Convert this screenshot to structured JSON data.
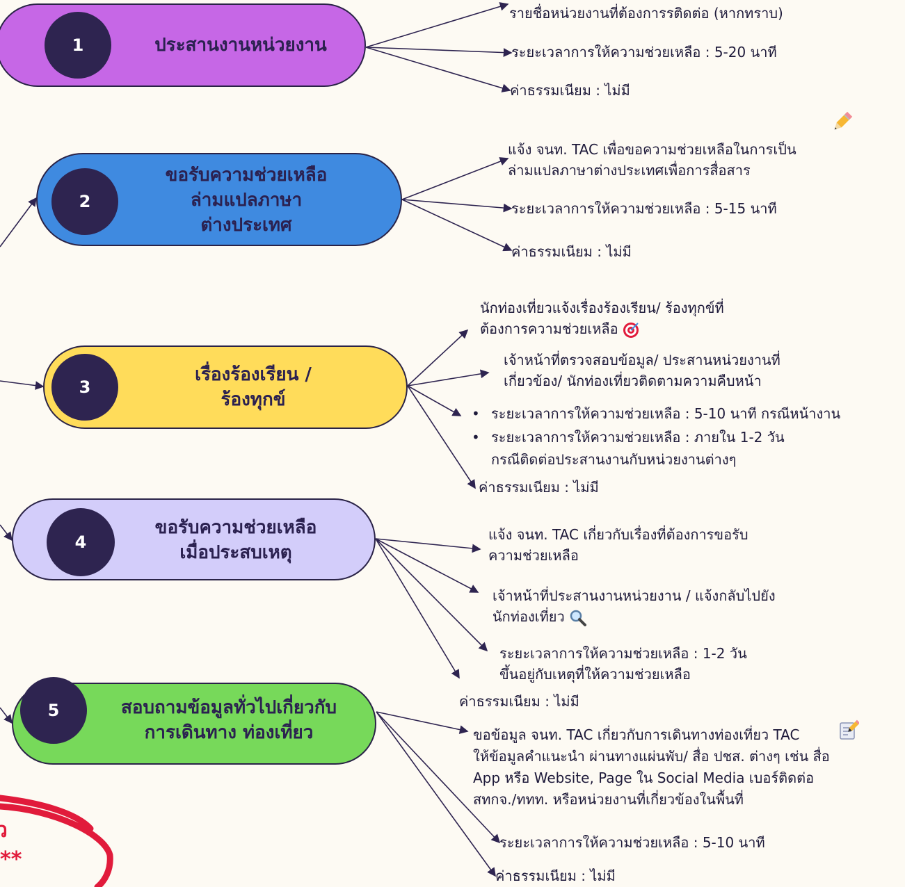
{
  "colors": {
    "node1": "#c667e6",
    "node2": "#3f8ae0",
    "node3": "#ffdc5a",
    "node4": "#d3cdfa",
    "node5": "#77d95a",
    "ink": "#2e2450",
    "accent": "#e11b3b"
  },
  "nodes": [
    {
      "num": "1",
      "title": "ประสานงานหน่วยงาน"
    },
    {
      "num": "2",
      "title": "ขอรับความช่วยเหลือ\nล่ามแปลภาษา\nต่างประเทศ"
    },
    {
      "num": "3",
      "title": "เรื่องร้องเรียน /\nร้องทุกข์"
    },
    {
      "num": "4",
      "title": "ขอรับความช่วยเหลือ\nเมื่อประสบเหตุ"
    },
    {
      "num": "5",
      "title": "สอบถามข้อมูลทั่วไปเกี่ยวกับ\nการเดินทาง ท่องเที่ยว"
    }
  ],
  "details": {
    "n1": [
      "รายชื่อหน่วยงานที่ต้องการรติดต่อ (หากทราบ)",
      "ระยะเวลาการให้ความช่วยเหลือ :  5-20 นาที",
      "ค่าธรรมเนียม : ไม่มี"
    ],
    "n2": [
      "แจ้ง จนท. TAC เพื่อขอความช่วยเหลือในการเป็น",
      "ล่ามแปลภาษาต่างประเทศเพื่อการสื่อสาร",
      "ระยะเวลาการให้ความช่วยเหลือ :  5-15 นาที",
      "ค่าธรรมเนียม : ไม่มี"
    ],
    "n3": [
      "นักท่องเที่ยวแจ้งเรื่องร้องเรียน/ ร้องทุกข์ที่",
      "ต้องการความช่วยเหลือ",
      "เจ้าหน้าที่ตรวจสอบข้อมูล/ ประสานหน่วยงานที่",
      "เกี่ยวข้อง/ นักท่องเที่ยวติดตามความคืบหน้า",
      "ระยะเวลาการให้ความช่วยเหลือ :  5-10 นาที กรณีหน้างาน",
      "ระยะเวลาการให้ความช่วยเหลือ :  ภายใน 1-2 วัน",
      "กรณีติดต่อประสานงานกับหน่วยงานต่างๆ",
      "ค่าธรรมเนียม : ไม่มี"
    ],
    "n4": [
      "แจ้ง จนท. TAC เกี่ยวกับเรื่องที่ต้องการขอรับ",
      "ความช่วยเหลือ",
      "เจ้าหน้าที่ประสานงานหน่วยงาน / แจ้งกลับไปยัง",
      "นักท่องเที่ยว",
      "ระยะเวลาการให้ความช่วยเหลือ :  1-2 วัน",
      "ขึ้นอยู่กับเหตุที่ให้ความช่วยเหลือ",
      "ค่าธรรมเนียม : ไม่มี"
    ],
    "n5": [
      "ขอข้อมูล จนท. TAC เกี่ยวกับการเดินทางท่องเที่ยว TAC",
      "ให้ข้อมูลคำแนะนำ ผ่านทางแผ่นพับ/ สื่อ ปชส. ต่างๆ เช่น สื่อ",
      "App หรือ Website, Page ใน Social Media เบอร์ติดต่อ",
      "สทกจ./ททท. หรือหน่วยงานที่เกี่ยวข้องในพื้นที่",
      "ระยะเวลาการให้ความช่วยเหลือ :  5-10 นาที",
      "ค่าธรรมเนียม : ไม่มี"
    ]
  },
  "stamp_fragment": [
    "ว",
    "**"
  ],
  "icons": [
    "pencil-icon",
    "target-icon",
    "magnifier-icon",
    "memo-icon"
  ]
}
